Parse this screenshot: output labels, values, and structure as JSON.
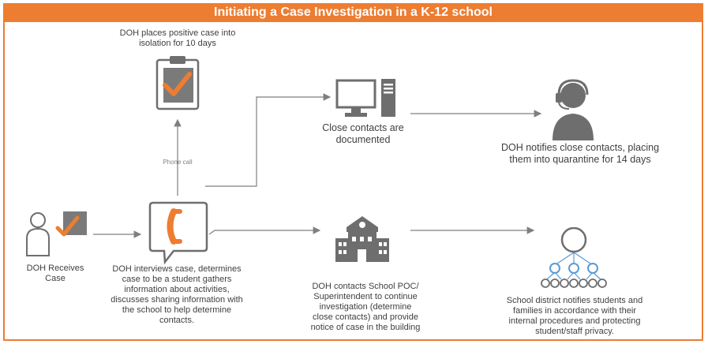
{
  "title": "Initiating a Case Investigation in a K-12 school",
  "colors": {
    "accent": "#ed7d31",
    "icon_gray": "#6e6e6e",
    "connector": "#7f7f7f",
    "node_blue": "#5b9bd5"
  },
  "icons": [
    "person-with-check-icon",
    "phone-bubble-icon",
    "clipboard-check-icon",
    "computer-icon",
    "headset-agent-icon",
    "school-building-icon",
    "hierarchy-tree-icon"
  ],
  "steps": {
    "receives": "DOH Receives Case",
    "isolation": "DOH places positive case into isolation for 10 days",
    "phone_call": "Phone call",
    "interview": "DOH interviews case, determines case to be a student gathers information about activities, discusses sharing information with the school to help determine contacts.",
    "contacts_documented": "Close contacts are documented",
    "notify_contacts": "DOH notifies close contacts, placing them into quarantine for 14 days",
    "school_poc": "DOH contacts School POC/ Superintendent to continue investigation (determine close contacts) and provide notice of case in the building",
    "district_notifies": "School district notifies students and families in accordance with their internal procedures and protecting student/staff privacy."
  }
}
